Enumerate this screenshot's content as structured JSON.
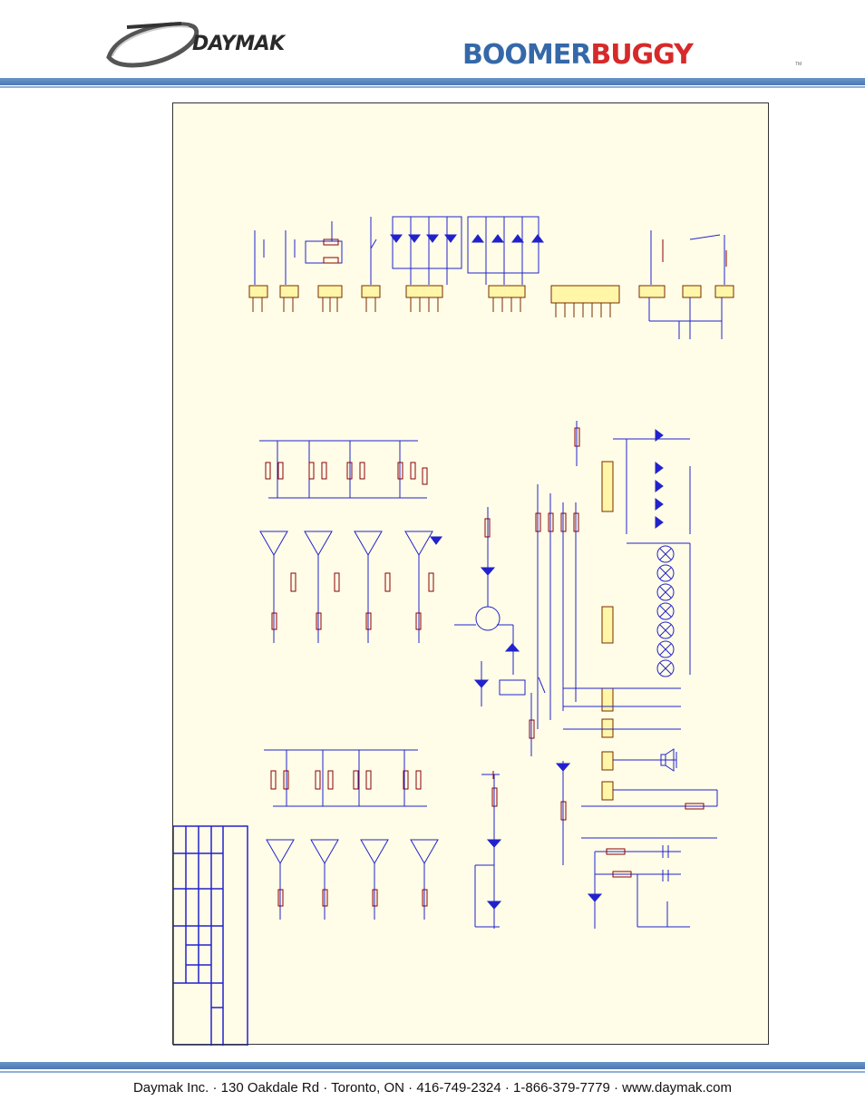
{
  "header": {
    "daymak_logo_text": "DAYMAK",
    "brand_part1": "BOOMER",
    "brand_part2": "BUGGY",
    "trademark": "TM"
  },
  "colors": {
    "rule_blue": "#4b78b3",
    "schematic_bg": "#fffde8",
    "wire": "#2222cc",
    "component": "#8b0000",
    "connector_fill": "#fff6a8"
  },
  "footer": {
    "text": "Daymak Inc. · 130 Oakdale Rd · Toronto, ON · 416-749-2324 · 1-866-379-7779 · www.daymak.com"
  }
}
